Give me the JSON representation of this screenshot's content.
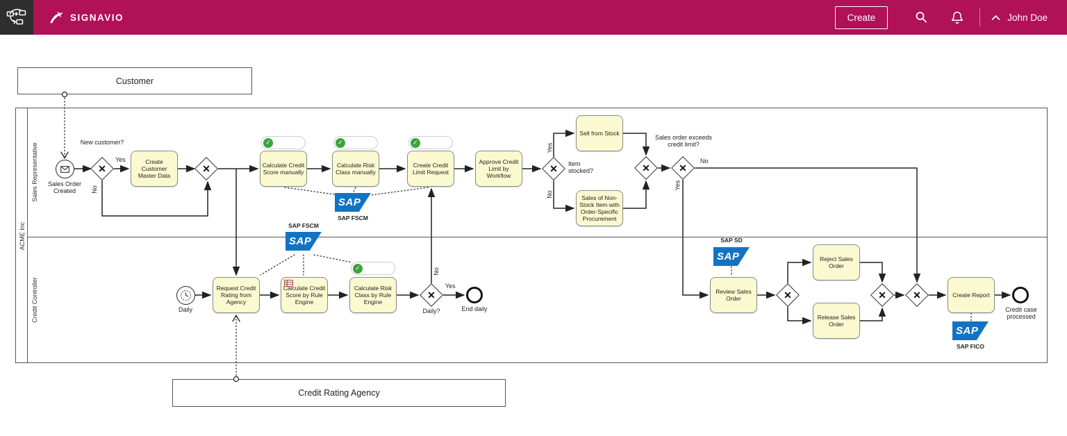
{
  "colors": {
    "header-bg": "#b01157",
    "tile-bg": "#2e2e2e",
    "sap-blue": "#1273c4",
    "task-fill": "#fbf9d0",
    "task-border": "#8a8a8a",
    "badge-green": "#3da33f",
    "line": "#222222"
  },
  "header": {
    "brand": "SIGNAVIO",
    "create_label": "Create",
    "user_name": "John Doe"
  },
  "icons": {
    "xor": "✕",
    "badge_check": "✓"
  },
  "pools": {
    "customer": "Customer",
    "credit_rating_agency": "Credit Rating Agency",
    "acme": "ACME Inc",
    "lane_sales_rep": "Sales Representative",
    "lane_credit_controller": "Credit Controller"
  },
  "nodes": {
    "sales_order_created": "Sales Order Created",
    "create_customer_master_data": "Create Customer Master Data",
    "calc_credit_score_manually": "Calculate Credit Score manually",
    "calc_risk_class_manually": "Calculate Risk Class manually",
    "create_credit_limit_request": "Create Credit Limit Request",
    "approve_credit_limit": "Approve Credit Limit by Workflow",
    "sell_from_stock": "Sell from Stock",
    "non_stock_sales": "Sales of Non-Stock Item with Order-Specific Procurement",
    "daily": "Daily",
    "request_credit_rating": "Request Credit Rating from Agency",
    "calc_credit_score_rule": "Calculate Credit Score by Rule Engine",
    "calc_risk_class_rule": "Calculate Risk Class by Rule Engine",
    "end_daily": "End daily",
    "review_sales_order": "Review Sales Order",
    "reject_sales_order": "Reject Sales Order",
    "release_sales_order": "Release Sales Order",
    "create_report": "Create Report",
    "credit_case_processed": "Credit case processed"
  },
  "labels": {
    "new_customer": "New customer?",
    "item_stocked": "Item stocked?",
    "exceeds_limit": "Sales order exceeds credit limit?",
    "daily_q": "Daily?",
    "yes": "Yes",
    "no": "No"
  },
  "sap": {
    "logo_text": "SAP",
    "fscm_top": "SAP FSCM",
    "fscm_mid": "SAP FSCM",
    "sd": "SAP SD",
    "fico": "SAP FICO"
  }
}
